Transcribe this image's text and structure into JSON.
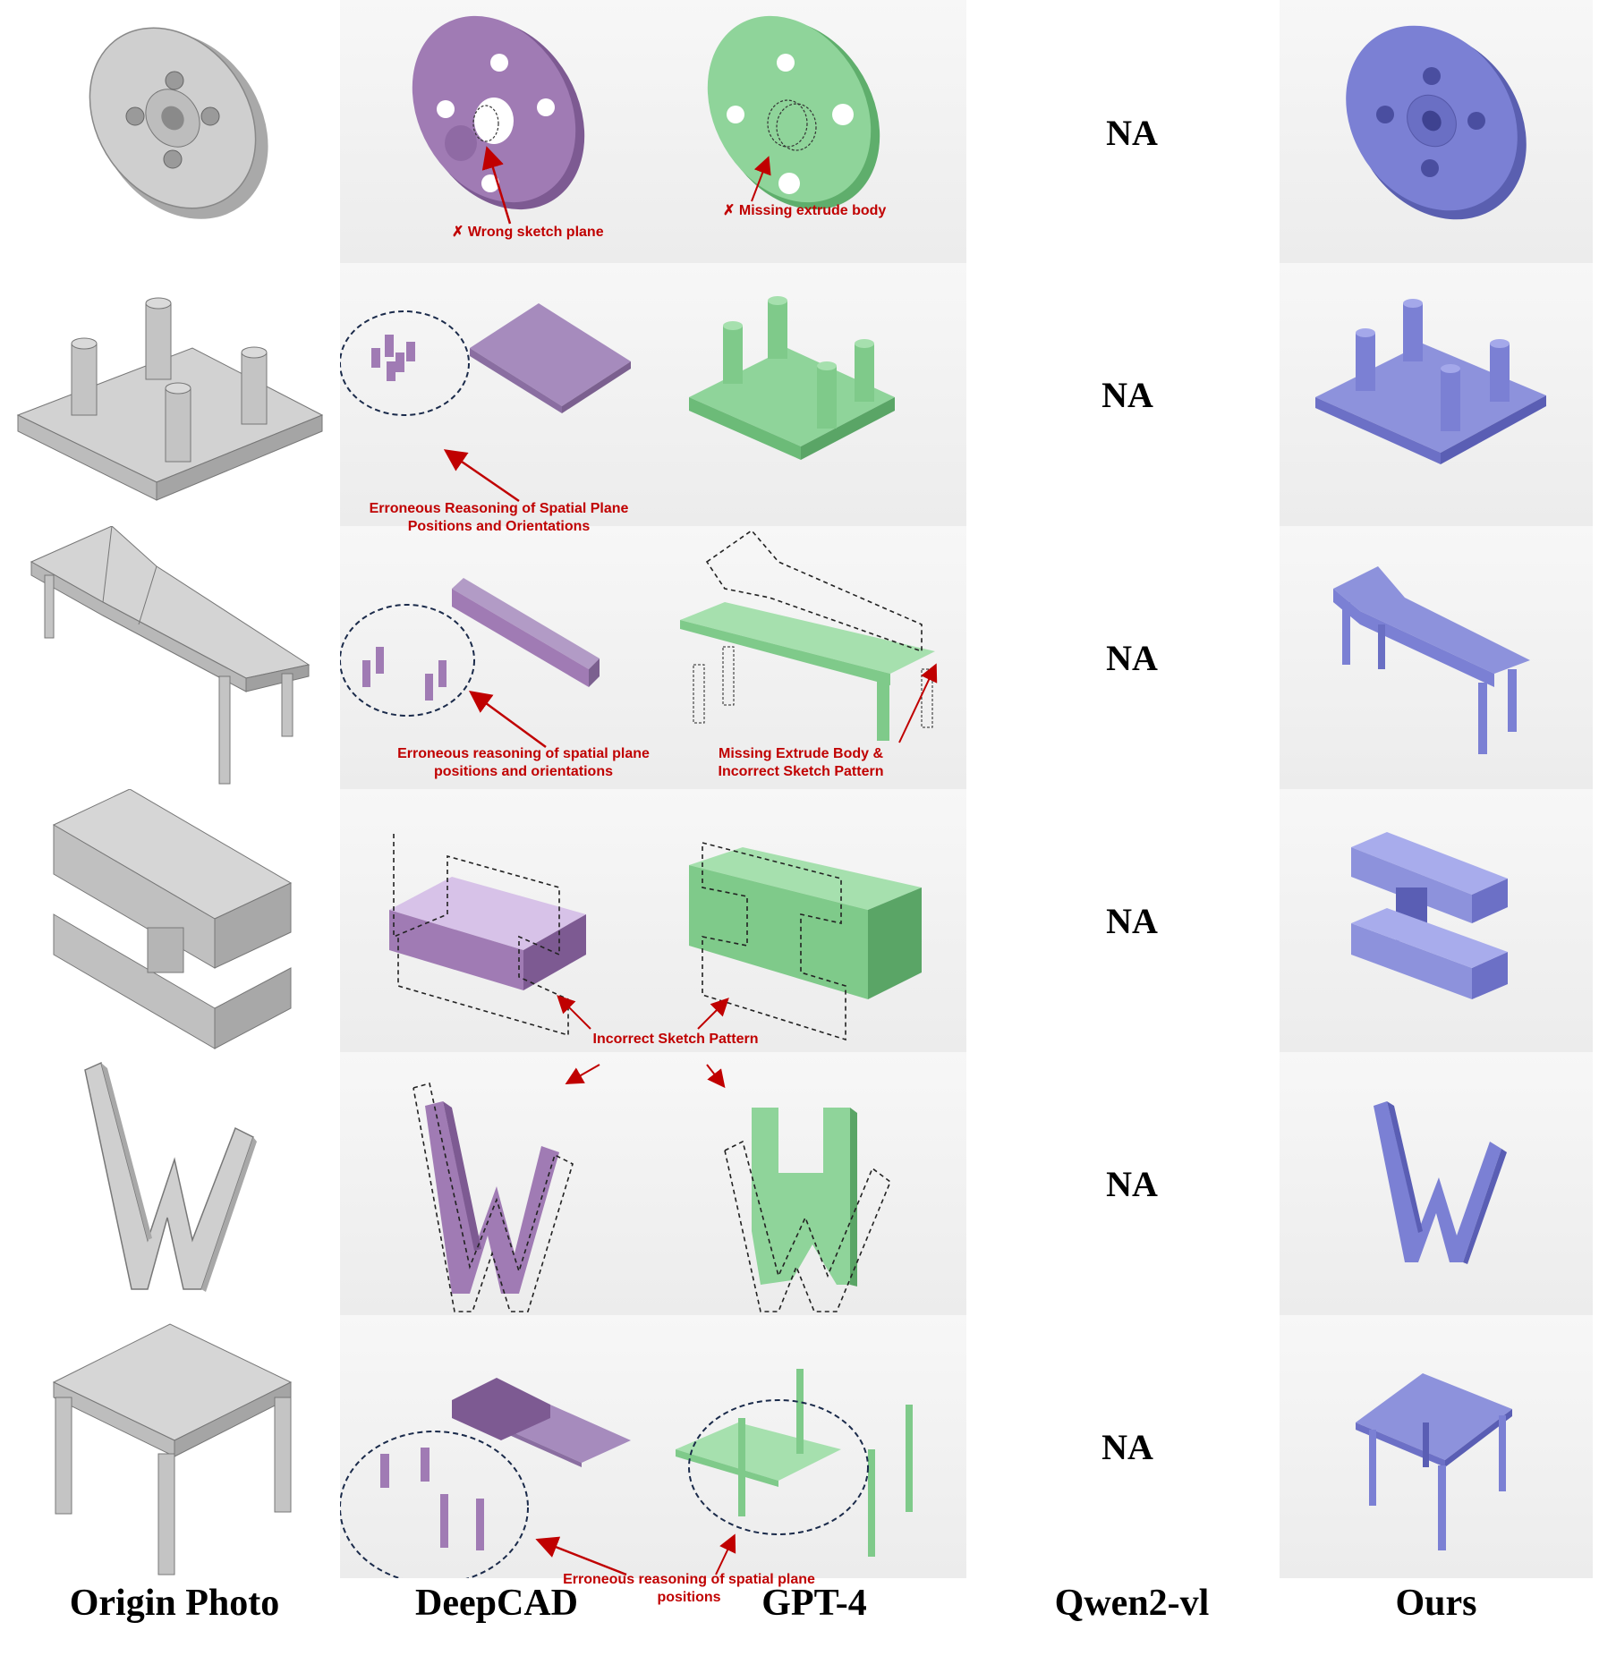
{
  "columns": [
    {
      "label": "Origin Photo"
    },
    {
      "label": "DeepCAD"
    },
    {
      "label": "GPT-4"
    },
    {
      "label": "Qwen2-vl"
    },
    {
      "label": "Ours"
    }
  ],
  "qwen_result": "NA",
  "colors": {
    "origin": "#c8c8c8",
    "deepcad": "#a07bb4",
    "gpt4": "#7fca8a",
    "ours": "#7b80d4",
    "annotation": "#c00000",
    "dashed": "#1a2a4a"
  },
  "annotations": {
    "row1_deepcad": "Wrong sketch plane",
    "row1_gpt4": "Missing extrude body",
    "row2_deepcad": [
      "Erroneous Reasoning of Spatial Plane",
      "Positions and Orientations"
    ],
    "row3_deepcad": [
      "Erroneous reasoning of spatial plane",
      "positions and orientations"
    ],
    "row3_gpt4": [
      "Missing Extrude Body &",
      "Incorrect Sketch Pattern"
    ],
    "row45_shared": "Incorrect Sketch Pattern",
    "row6_shared": [
      "Erroneous reasoning of spatial plane",
      "positions"
    ]
  }
}
